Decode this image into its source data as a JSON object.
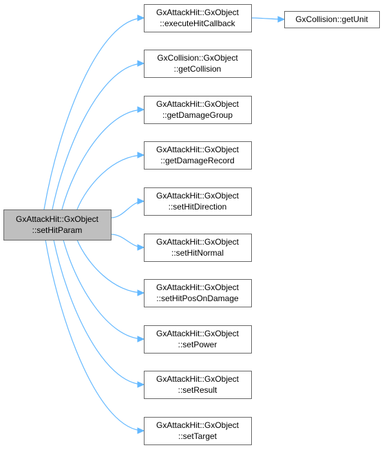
{
  "colors": {
    "root_fill": "#bfbfbf",
    "node_fill": "#ffffff",
    "border": "#666666",
    "edge": "#63b8ff"
  },
  "root": {
    "id": "root",
    "lines": [
      "GxAttackHit::GxObject",
      "::setHitParam"
    ]
  },
  "nodes": [
    {
      "id": "n1",
      "lines": [
        "GxAttackHit::GxObject",
        "::executeHitCallback"
      ]
    },
    {
      "id": "n2",
      "lines": [
        "GxCollision::GxObject",
        "::getCollision"
      ]
    },
    {
      "id": "n3",
      "lines": [
        "GxAttackHit::GxObject",
        "::getDamageGroup"
      ]
    },
    {
      "id": "n4",
      "lines": [
        "GxAttackHit::GxObject",
        "::getDamageRecord"
      ]
    },
    {
      "id": "n5",
      "lines": [
        "GxAttackHit::GxObject",
        "::setHitDirection"
      ]
    },
    {
      "id": "n6",
      "lines": [
        "GxAttackHit::GxObject",
        "::setHitNormal"
      ]
    },
    {
      "id": "n7",
      "lines": [
        "GxAttackHit::GxObject",
        "::setHitPosOnDamage"
      ]
    },
    {
      "id": "n8",
      "lines": [
        "GxAttackHit::GxObject",
        "::setPower"
      ]
    },
    {
      "id": "n9",
      "lines": [
        "GxAttackHit::GxObject",
        "::setResult"
      ]
    },
    {
      "id": "n10",
      "lines": [
        "GxAttackHit::GxObject",
        "::setTarget"
      ]
    },
    {
      "id": "n11",
      "lines": [
        "GxCollision::getUnit"
      ]
    }
  ],
  "edges": [
    {
      "from": "root",
      "to": "n1"
    },
    {
      "from": "root",
      "to": "n2"
    },
    {
      "from": "root",
      "to": "n3"
    },
    {
      "from": "root",
      "to": "n4"
    },
    {
      "from": "root",
      "to": "n5"
    },
    {
      "from": "root",
      "to": "n6"
    },
    {
      "from": "root",
      "to": "n7"
    },
    {
      "from": "root",
      "to": "n8"
    },
    {
      "from": "root",
      "to": "n9"
    },
    {
      "from": "root",
      "to": "n10"
    },
    {
      "from": "n1",
      "to": "n11"
    }
  ]
}
